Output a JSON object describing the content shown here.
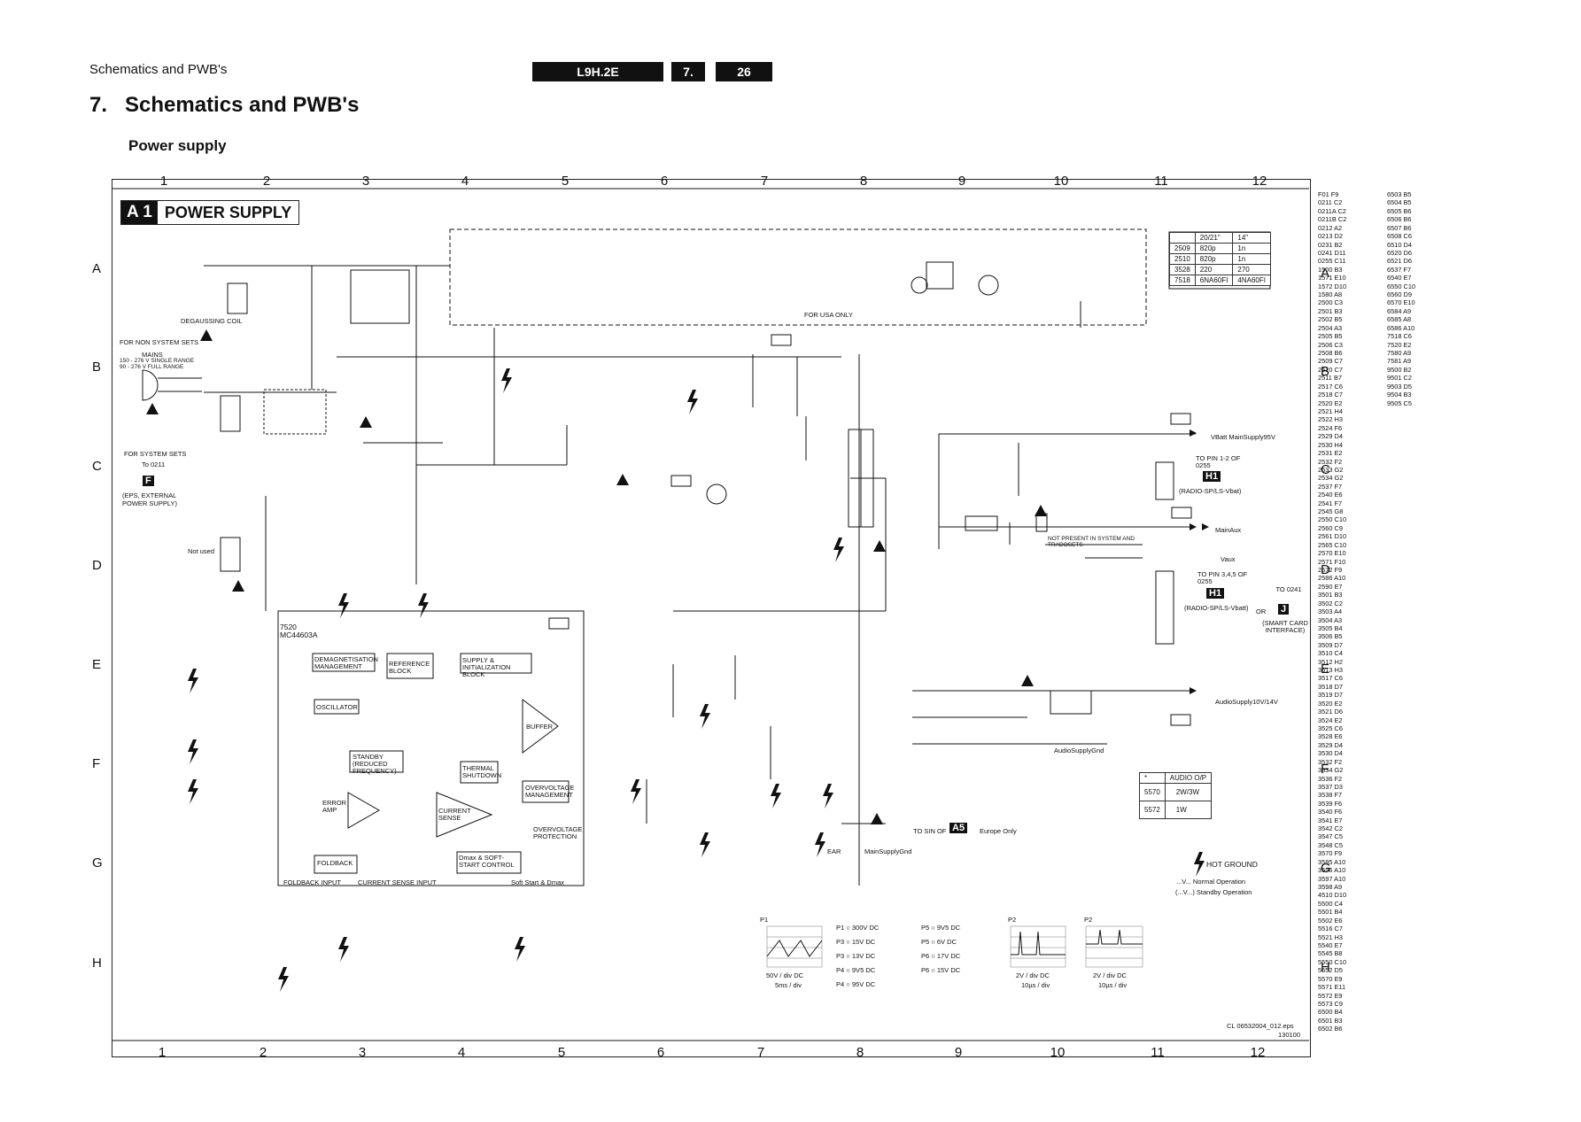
{
  "header": {
    "section_title": "Schematics and PWB's",
    "model": "L9H.2E",
    "chapter": "7.",
    "page": "26"
  },
  "page_heading": {
    "number": "7.",
    "title": "Schematics and PWB's"
  },
  "subheading": "Power supply",
  "grid": {
    "columns": [
      "1",
      "2",
      "3",
      "4",
      "5",
      "6",
      "7",
      "8",
      "9",
      "10",
      "11",
      "12"
    ],
    "rows": [
      "A",
      "B",
      "C",
      "D",
      "E",
      "F",
      "G",
      "H"
    ]
  },
  "diagram_title": {
    "tag": "A 1",
    "text": "POWER SUPPLY"
  },
  "labels": {
    "degaussing": "DEGAUSSING COIL",
    "for_non_system": "FOR NON SYSTEM SETS",
    "mains": "MAINS",
    "mains_range1": "150 - 276 V SINGLE RANGE",
    "mains_range2": "90 - 276 V FULL RANGE",
    "for_system": "FOR SYSTEM SETS",
    "to_0211": "To 0211",
    "f_tag": "F",
    "eps_ext": "(EPS, EXTERNAL POWER SUPPLY)",
    "not_used": "Not used",
    "usa_only": "FOR USA ONLY",
    "ic_name": "7520",
    "ic_type": "MC44603A",
    "demag": "DEMAGNETISATION MANAGEMENT",
    "oscillator": "OSCILLATOR",
    "standby": "STANDBY (REDUCED FREQUENCY)",
    "error_amp": "ERROR AMP",
    "current_sense": "CURRENT SENSE",
    "foldback": "FOLDBACK",
    "supply_init": "SUPPLY & INITIALIZATION BLOCK",
    "ref_block": "REFERENCE BLOCK",
    "thermal": "THERMAL SHUTDOWN",
    "buffer": "BUFFER",
    "ov_mgmt": "OVERVOLTAGE MANAGEMENT",
    "ov_prot": "OVERVOLTAGE PROTECTION",
    "dmax": "Dmax & SOFT-START CONTROL",
    "foldback_input": "FOLDBACK INPUT",
    "cs_input": "CURRENT SENSE INPUT",
    "soft_start": "Soft Start & Dmax",
    "main_supply_gnd": "MainSupplyGnd",
    "audio_supply_gnd": "AudioSupplyGnd",
    "ear": "EAR",
    "to_sin": "TO SIN OF",
    "a5_tag": "A5",
    "europe_only": "Europe Only",
    "vbatt": "VBatt MainSupply95V",
    "to_pin12": "TO PIN 1-2 OF 0255",
    "h1_tag": "H1",
    "radio_vbat": "(RADIO-SP/LS-Vbat)",
    "mainaux": "MainAux",
    "not_present": "NOT PRESENT IN SYSTEM AND TRADOSETS",
    "vaux": "Vaux",
    "to_pin345": "TO PIN 3,4,5 OF 0255",
    "radio_vbatt": "(RADIO-SP/LS-Vbatt)",
    "or": "OR",
    "to_0241": "TO 0241",
    "j_tag": "J",
    "smart_card": "(SMART CARD INTERFACE)",
    "audio_supply": "AudioSupply10V/14V",
    "hot_ground": "HOT GROUND",
    "normal_op": "...V... Normal Operation",
    "standby_op": "(...V...) Standby Operation",
    "footer_ref": "CL 06532004_012.eps",
    "footer_date": "130100"
  },
  "size_table": {
    "headers": [
      "",
      "20/21\"",
      "14\""
    ],
    "rows": [
      [
        "2509",
        "820p",
        "1n"
      ],
      [
        "2510",
        "820p",
        "1n"
      ],
      [
        "3528",
        "220",
        "270"
      ],
      [
        "7518",
        "6NA60FI",
        "4NA60FI"
      ]
    ]
  },
  "audio_table": {
    "headers": [
      "*",
      "AUDIO O/P"
    ],
    "rows": [
      [
        "5570",
        "2W/3W"
      ],
      [
        "5572",
        "1W"
      ]
    ]
  },
  "probe_legend": [
    [
      "P1",
      "300V DC"
    ],
    [
      "P3",
      "15V DC"
    ],
    [
      "P3",
      "13V DC"
    ],
    [
      "P4",
      "9V5 DC"
    ],
    [
      "P4",
      "95V DC"
    ],
    [
      "P5",
      "9V5 DC"
    ],
    [
      "P5",
      "6V DC"
    ],
    [
      "P6",
      "17V DC"
    ],
    [
      "P6",
      "15V DC"
    ]
  ],
  "scope": [
    {
      "probe": "P1",
      "scale1": "50V / div DC",
      "scale2": "5ms / div"
    },
    {
      "probe": "P2",
      "scale1": "2V / div DC",
      "scale2": "10µs / div"
    },
    {
      "probe": "P2",
      "scale1": "2V / div DC",
      "scale2": "10µs / div"
    }
  ],
  "index_col1": [
    "F01 F9",
    "0211 C2",
    "0211A C2",
    "0211B C2",
    "0212 A2",
    "0213 D2",
    "0231 B2",
    "0241 D11",
    "0255 C11",
    "1500 B3",
    "1571 E10",
    "1572 D10",
    "1580 A8",
    "2500 C3",
    "2501 B3",
    "2502 B5",
    "2504 A3",
    "2505 B5",
    "2506 C3",
    "2508 B6",
    "2509 C7",
    "2510 C7",
    "2511 B7",
    "2517 C6",
    "2518 C7",
    "2520 E2",
    "2521 H4",
    "2522 H3",
    "2524 F6",
    "2529 D4",
    "2530 H4",
    "2531 E2",
    "2532 F2",
    "2533 G2",
    "2534 G2",
    "2537 F7",
    "2540 E6",
    "2541 F7",
    "2545 G8",
    "2550 C10",
    "2560 C9",
    "2561 D10",
    "2565 C10",
    "2570 E10",
    "2571 F10",
    "2572 F9",
    "2586 A10",
    "2590 E7",
    "3501 B3",
    "3502 C2",
    "3503 A4",
    "3504 A3",
    "3505 B4",
    "3506 B5",
    "3509 D7",
    "3510 C4",
    "3512 H2",
    "3513 H3",
    "3517 C6",
    "3518 D7",
    "3519 D7",
    "3520 E2",
    "3521 D6",
    "3524 E2",
    "3525 C6",
    "3528 E6",
    "3529 D4",
    "3530 D4",
    "3532 F2",
    "3534 G2",
    "3536 F2",
    "3537 D3",
    "3538 F7",
    "3539 F6",
    "3540 F6",
    "3541 E7",
    "3542 C2",
    "3547 C5",
    "3548 C5",
    "3570 F9",
    "3585 A10",
    "3596 A10",
    "3597 A10",
    "3598 A9",
    "4510 D10",
    "5500 C4",
    "5501 B4",
    "5502 E6",
    "5516 C7",
    "5521 H3",
    "5540 E7",
    "5545 B8",
    "5550 C10",
    "5552 D5",
    "5570 E9",
    "5571 E11",
    "5572 E9",
    "5573 C9",
    "6500 B4",
    "6501 B3",
    "6502 B6"
  ],
  "index_col2": [
    "6503 B5",
    "6504 B5",
    "6505 B6",
    "6506 B6",
    "6507 B6",
    "6508 C6",
    "6510 D4",
    "6520 D6",
    "6521 D6",
    "6537 F7",
    "6540 E7",
    "6550 C10",
    "6560 D9",
    "6570 E10",
    "6584 A9",
    "6585 A8",
    "6586 A10",
    "7518 C6",
    "7520 E2",
    "7580 A9",
    "7581 A9",
    "9500 B2",
    "9501 C2",
    "9503 D5",
    "9504 B3",
    "9505 C5"
  ],
  "colors": {
    "ink": "#111111",
    "paper": "#ffffff",
    "dashed": "#444444"
  }
}
